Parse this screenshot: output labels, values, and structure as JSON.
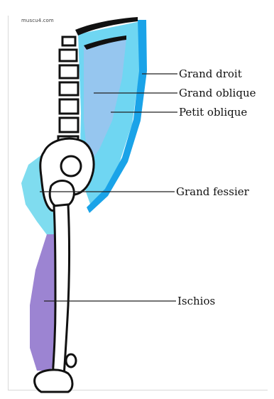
{
  "credit": "muscu4.com",
  "labels": {
    "grand_droit": "Grand droit",
    "grand_oblique": "Grand oblique",
    "petit_oblique": "Petit oblique",
    "grand_fessier": "Grand fessier",
    "ischios": "Ischios"
  },
  "colors": {
    "bone_outline": "#111111",
    "bone_fill": "#ffffff",
    "grand_droit": "#1aa3e8",
    "grand_oblique": "#6fd6f2",
    "petit_oblique": "#9ec3ee",
    "grand_fessier": "#7fdcef",
    "ischios": "#9c84d2",
    "leader_line": "#222222"
  }
}
